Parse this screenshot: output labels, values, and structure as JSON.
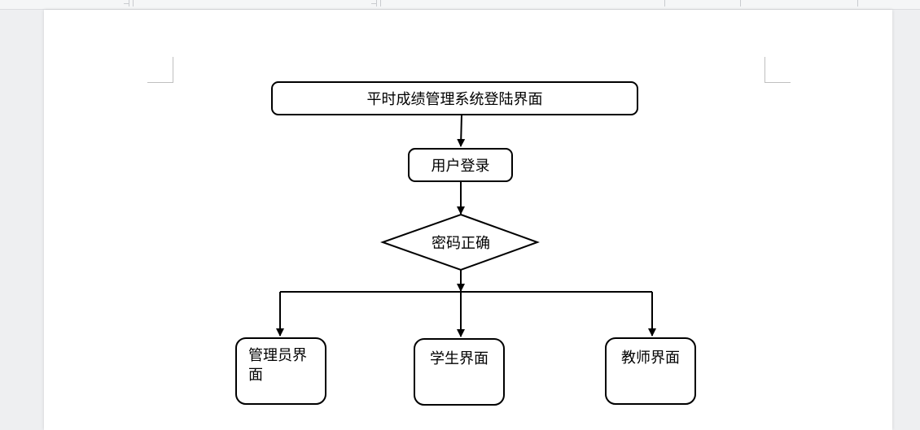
{
  "flowchart": {
    "title_box": "平时成绩管理系统登陆界面",
    "login_box": "用户登录",
    "decision": "密码正确",
    "admin_box": "管理员界面",
    "student_box": "学生界面",
    "teacher_box": "教师界面"
  }
}
